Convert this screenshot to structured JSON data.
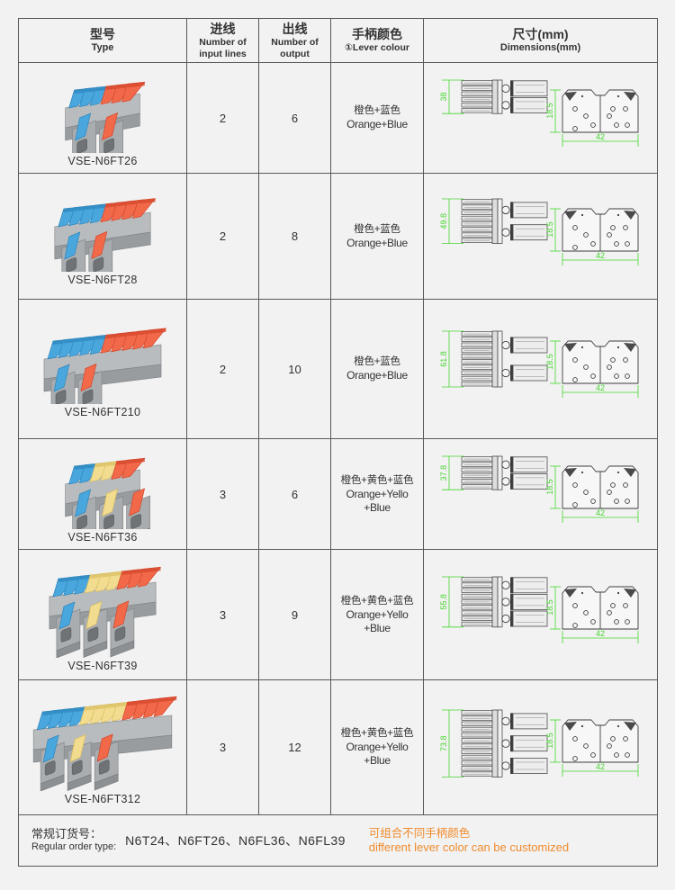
{
  "table": {
    "headers": [
      {
        "cn": "型号",
        "en": "Type"
      },
      {
        "cn": "进线",
        "en": "Number of input lines"
      },
      {
        "cn": "出线",
        "en": "Number of output"
      },
      {
        "cn": "手柄颜色",
        "en": "①Lever colour"
      },
      {
        "cn": "尺寸(mm)",
        "en": "Dimensions(mm)"
      }
    ],
    "rows": [
      {
        "model": "VSE-N6FT26",
        "inputs": "2",
        "outputs": "6",
        "lever_cn": "橙色+蓝色",
        "lever_en": "Orange+Blue",
        "lever_en2": "",
        "dim_height": "38",
        "dim_depth": "18.5",
        "dim_width": "42",
        "levers_top": [
          "blue",
          "blue",
          "blue",
          "orange",
          "orange",
          "orange"
        ],
        "levers_front": [
          "blue",
          "orange"
        ],
        "ports": 2
      },
      {
        "model": "VSE-N6FT28",
        "inputs": "2",
        "outputs": "8",
        "lever_cn": "橙色+蓝色",
        "lever_en": "Orange+Blue",
        "lever_en2": "",
        "dim_height": "49.8",
        "dim_depth": "18.5",
        "dim_width": "42",
        "levers_top": [
          "blue",
          "blue",
          "blue",
          "blue",
          "orange",
          "orange",
          "orange",
          "orange"
        ],
        "levers_front": [
          "blue",
          "orange"
        ],
        "ports": 2
      },
      {
        "model": "VSE-N6FT210",
        "inputs": "2",
        "outputs": "10",
        "lever_cn": "橙色+蓝色",
        "lever_en": "Orange+Blue",
        "lever_en2": "",
        "dim_height": "61.8",
        "dim_depth": "18.5",
        "dim_width": "42",
        "levers_top": [
          "blue",
          "blue",
          "blue",
          "blue",
          "blue",
          "orange",
          "orange",
          "orange",
          "orange",
          "orange"
        ],
        "levers_front": [
          "blue",
          "orange"
        ],
        "ports": 2
      },
      {
        "model": "VSE-N6FT36",
        "inputs": "3",
        "outputs": "6",
        "lever_cn": "橙色+黄色+蓝色",
        "lever_en": "Orange+Yello",
        "lever_en2": "+Blue",
        "dim_height": "37.8",
        "dim_depth": "18.5",
        "dim_width": "42",
        "levers_top": [
          "blue",
          "blue",
          "yellow",
          "yellow",
          "orange",
          "orange"
        ],
        "levers_front": [
          "blue",
          "yellow",
          "orange"
        ],
        "ports": 2
      },
      {
        "model": "VSE-N6FT39",
        "inputs": "3",
        "outputs": "9",
        "lever_cn": "橙色+黄色+蓝色",
        "lever_en": "Orange+Yello",
        "lever_en2": "+Blue",
        "dim_height": "55.8",
        "dim_depth": "18.5",
        "dim_width": "42",
        "levers_top": [
          "blue",
          "blue",
          "blue",
          "yellow",
          "yellow",
          "yellow",
          "orange",
          "orange",
          "orange"
        ],
        "levers_front": [
          "blue",
          "yellow",
          "orange"
        ],
        "ports": 3
      },
      {
        "model": "VSE-N6FT312",
        "inputs": "3",
        "outputs": "12",
        "lever_cn": "橙色+黄色+蓝色",
        "lever_en": "Orange+Yello",
        "lever_en2": "+Blue",
        "dim_height": "73.8",
        "dim_depth": "18.5",
        "dim_width": "42",
        "levers_top": [
          "blue",
          "blue",
          "blue",
          "blue",
          "yellow",
          "yellow",
          "yellow",
          "yellow",
          "orange",
          "orange",
          "orange",
          "orange"
        ],
        "levers_front": [
          "blue",
          "yellow",
          "orange"
        ],
        "ports": 3
      }
    ]
  },
  "footer": {
    "label_cn": "常规订货号：",
    "label_en": "Regular order type:",
    "codes": "N6T24、N6FT26、N6FL36、N6FL39",
    "note_cn": "可组合不同手柄颜色",
    "note_en": "different lever color can be customized"
  },
  "colors": {
    "blue": "#4aa7dd",
    "orange": "#f2694a",
    "yellow": "#f2dc8f",
    "body_gray": "#9fa3a6",
    "dim_green": "#44d62c",
    "note_orange": "#ef8b2c",
    "border": "#58595b",
    "page_bg": "#f2f2f2"
  }
}
